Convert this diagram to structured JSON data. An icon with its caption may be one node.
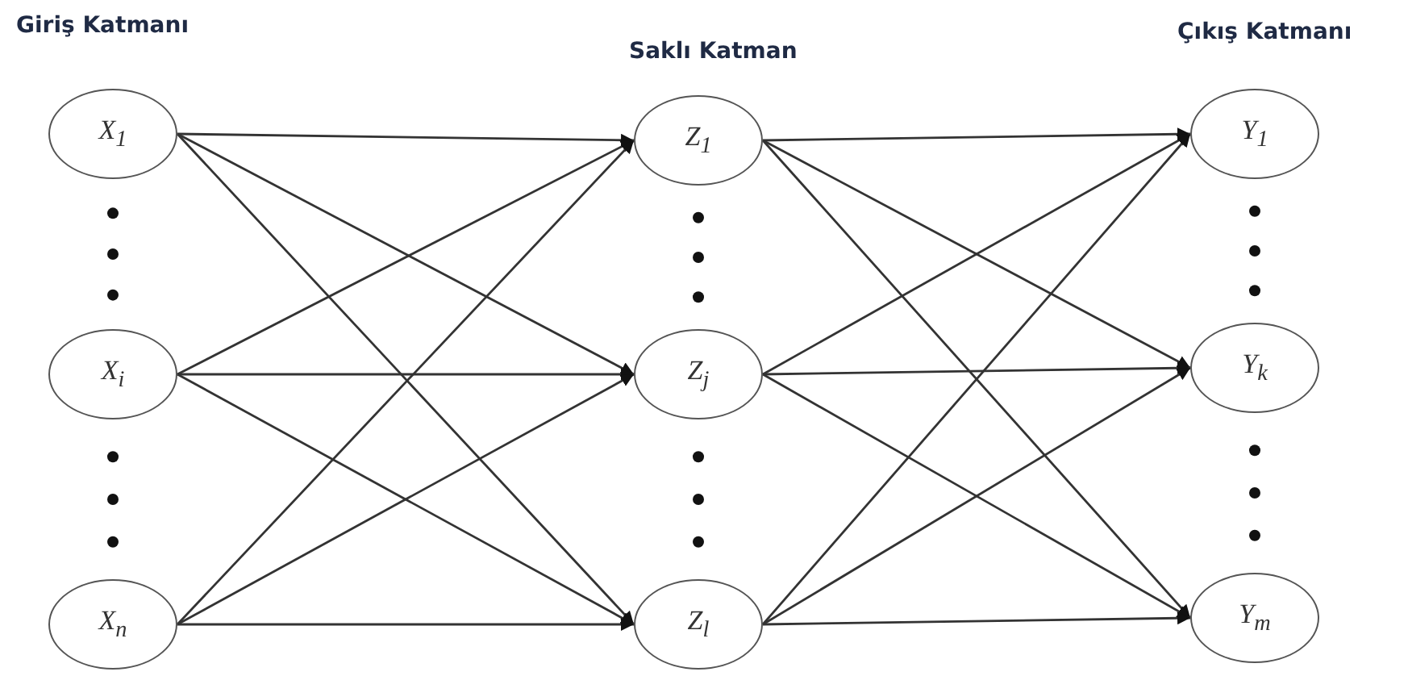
{
  "diagram": {
    "nodes": [
      {
        "text": [
          "X$_{1}$"
        ]
      },
      {
        "text": [
          "X$_{i}$"
        ]
      },
      {
        "text": [
          "X$_{n}$"
        ]
      },
      {
        "text": [
          "Z$_{1}$"
        ]
      },
      {
        "text": [
          "Z$_{j}$"
        ]
      },
      {
        "text": [
          "Z$_{l}$"
        ]
      },
      {
        "text": [
          "Y$_{1}$"
        ]
      },
      {
        "text": [
          "Y$_{k}$"
        ]
      },
      {
        "text": [
          "Y$_{m}$"
        ]
      }
    ],
    "edges": [
      {
        "from": 0,
        "to": 3,
        "arrow": "to"
      },
      {
        "from": 0,
        "to": 4,
        "arrow": "to"
      },
      {
        "from": 0,
        "to": 5,
        "arrow": "to"
      },
      {
        "from": 1,
        "to": 3,
        "arrow": "to"
      },
      {
        "from": 1,
        "to": 4,
        "arrow": "to"
      },
      {
        "from": 1,
        "to": 5,
        "arrow": "to"
      },
      {
        "from": 2,
        "to": 3,
        "arrow": "to"
      },
      {
        "from": 2,
        "to": 4,
        "arrow": "to"
      },
      {
        "from": 2,
        "to": 5,
        "arrow": "to"
      },
      {
        "from": 3,
        "to": 6,
        "arrow": "to"
      },
      {
        "from": 3,
        "to": 7,
        "arrow": "to"
      },
      {
        "from": 3,
        "to": 8,
        "arrow": "to"
      },
      {
        "from": 4,
        "to": 6,
        "arrow": "to"
      },
      {
        "from": 4,
        "to": 7,
        "arrow": "to"
      },
      {
        "from": 4,
        "to": 8,
        "arrow": "to"
      },
      {
        "from": 5,
        "to": 6,
        "arrow": "to"
      },
      {
        "from": 5,
        "to": 7,
        "arrow": "to"
      },
      {
        "from": 5,
        "to": 8,
        "arrow": "to"
      }
    ],
    "labels": [
      "Giriş Katmanı",
      "Saklı Katman",
      "Çıkış Katmanı"
    ]
  }
}
